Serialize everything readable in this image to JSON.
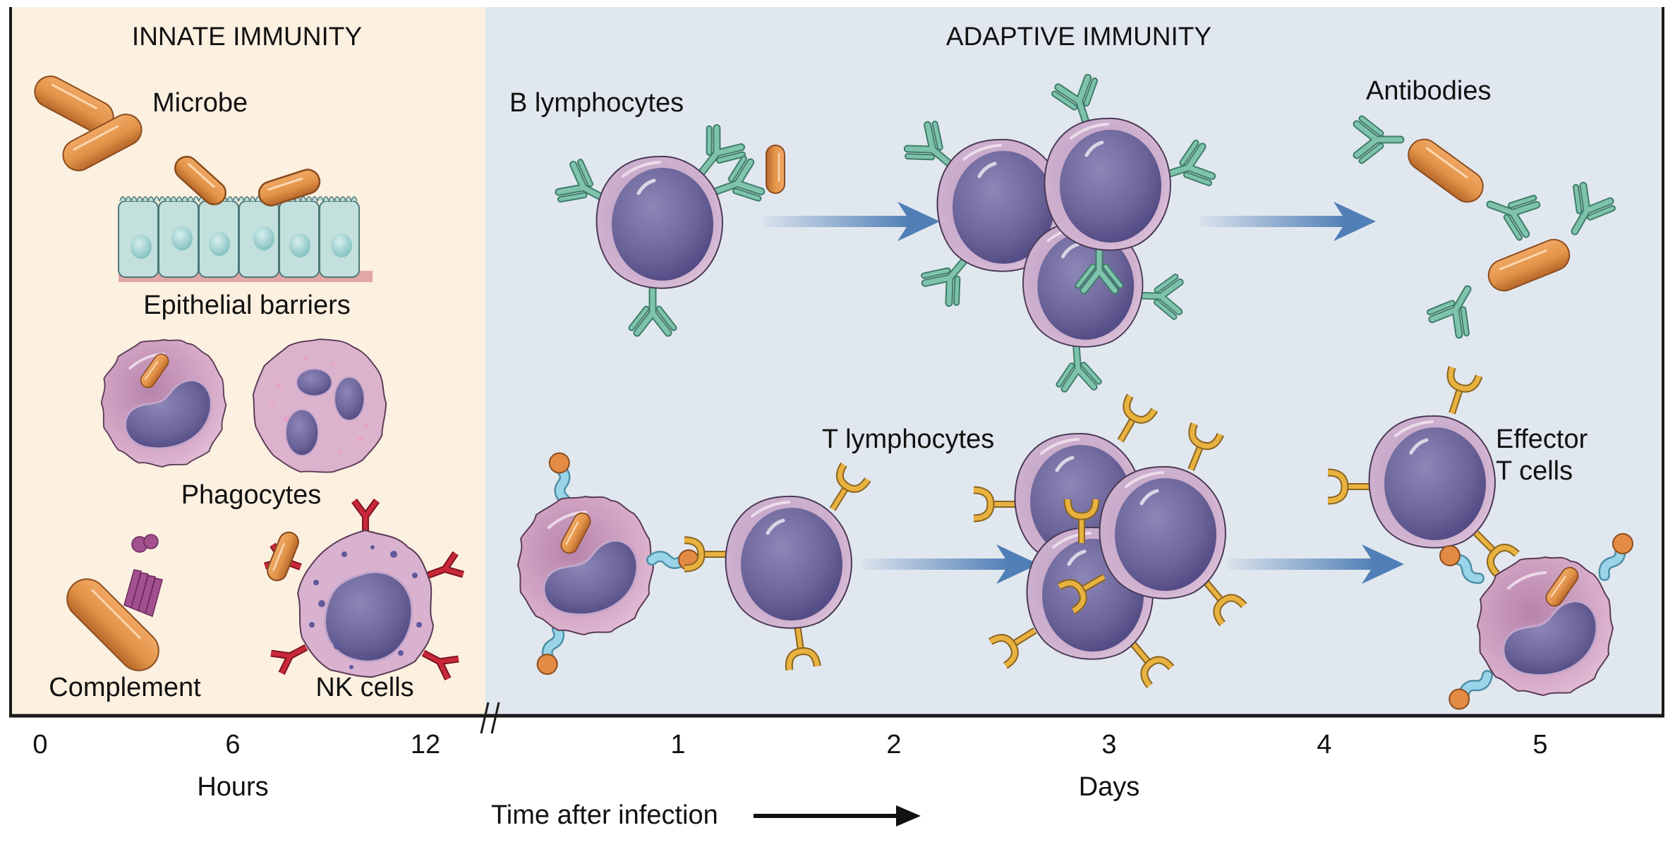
{
  "panels": {
    "innate": {
      "title": "INNATE IMMUNITY",
      "background": "#fcf0e0",
      "labels": {
        "microbe": "Microbe",
        "epithelial": "Epithelial barriers",
        "phagocytes": "Phagocytes",
        "complement": "Complement",
        "nk": "NK cells"
      }
    },
    "adaptive": {
      "title": "ADAPTIVE IMMUNITY",
      "background": "#e1e7ef",
      "labels": {
        "b_lymphocytes": "B lymphocytes",
        "antibodies": "Antibodies",
        "t_lymphocytes": "T lymphocytes",
        "effector_line1": "Effector",
        "effector_line2": "T cells"
      }
    }
  },
  "axis": {
    "hours_ticks": [
      "0",
      "6",
      "12"
    ],
    "days_ticks": [
      "1",
      "2",
      "3",
      "4",
      "5"
    ],
    "hours_label": "Hours",
    "days_label": "Days",
    "time_label": "Time after infection"
  },
  "colors": {
    "microbe": "#d98a3c",
    "cell_membrane": "#d7b7d2",
    "nucleus": "#6a639a",
    "antibody": "#7fc3ad",
    "tcr": "#e8b240",
    "nk_receptor": "#c9283a",
    "epithelium": "#c3e0dc",
    "basement": "#e3a6a6",
    "arrow": "#4f7fb6",
    "mhc": "#9ad4e8",
    "antigen": "#e38a45"
  }
}
